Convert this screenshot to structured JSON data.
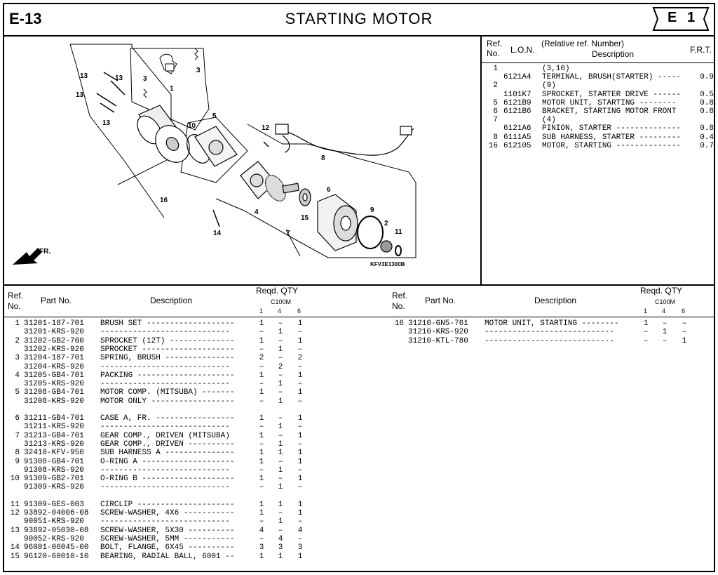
{
  "header": {
    "page_code": "E-13",
    "title": "STARTING MOTOR",
    "section_badge": {
      "letter": "E",
      "number": "1"
    }
  },
  "diagram": {
    "callouts": [
      "1",
      "2",
      "3",
      "3",
      "4",
      "5",
      "6",
      "7",
      "8",
      "9",
      "10",
      "11",
      "12",
      "13",
      "13",
      "13",
      "13",
      "14",
      "15",
      "16"
    ],
    "front_label": "FR.",
    "figure_code": "KFV3E1300B"
  },
  "ref_table": {
    "headers": {
      "ref": "Ref.",
      "no": "No.",
      "lon": "L.O.N.",
      "rel": "(Relative ref. Number)",
      "description": "Description",
      "frt": "F.R.T."
    },
    "rows": [
      {
        "ref": "1",
        "lon": "",
        "desc": "(3,10)",
        "frt": ""
      },
      {
        "ref": "",
        "lon": "6121A4",
        "desc": "TERMINAL, BRUSH(STARTER) -----",
        "frt": "0.9"
      },
      {
        "ref": "2",
        "lon": "",
        "desc": "(9)",
        "frt": ""
      },
      {
        "ref": "",
        "lon": "1101K7",
        "desc": "SPROCKET, STARTER DRIVE ------",
        "frt": "0.5"
      },
      {
        "ref": "5",
        "lon": "6121B9",
        "desc": "MOTOR UNIT, STARTING --------",
        "frt": "0.8"
      },
      {
        "ref": "6",
        "lon": "6121B6",
        "desc": "BRACKET, STARTING MOTOR FRONT",
        "frt": "0.8"
      },
      {
        "ref": "7",
        "lon": "",
        "desc": "(4)",
        "frt": ""
      },
      {
        "ref": "",
        "lon": "6121A6",
        "desc": "PINION, STARTER --------------",
        "frt": "0.8"
      },
      {
        "ref": "8",
        "lon": "6111A5",
        "desc": "SUB HARNESS, STARTER ---------",
        "frt": "0.4"
      },
      {
        "ref": "16",
        "lon": "612105",
        "desc": "MOTOR, STARTING --------------",
        "frt": "0.7"
      }
    ]
  },
  "parts_header": {
    "ref": "Ref.",
    "no": "No.",
    "part_no": "Part No.",
    "description": "Description",
    "reqd_qty": "Reqd. QTY",
    "model": "C100M",
    "col1": "1",
    "col2": "4",
    "col3": "6"
  },
  "parts_left": [
    {
      "ref": "1",
      "part": "31201-187-701",
      "desc": "BRUSH SET -------------------",
      "q1": "1",
      "q2": "–",
      "q3": "1"
    },
    {
      "ref": "",
      "part": "31201-KRS-920",
      "desc": "----------------------------",
      "q1": "–",
      "q2": "1",
      "q3": "–"
    },
    {
      "ref": "2",
      "part": "31202-GB2-700",
      "desc": "SPROCKET (12T) --------------",
      "q1": "1",
      "q2": "–",
      "q3": "1"
    },
    {
      "ref": "",
      "part": "31202-KRS-920",
      "desc": "SPROCKET --------------------",
      "q1": "–",
      "q2": "1",
      "q3": "–"
    },
    {
      "ref": "3",
      "part": "31204-187-701",
      "desc": "SPRING, BRUSH ---------------",
      "q1": "2",
      "q2": "–",
      "q3": "2"
    },
    {
      "ref": "",
      "part": "31204-KRS-920",
      "desc": "----------------------------",
      "q1": "–",
      "q2": "2",
      "q3": "–"
    },
    {
      "ref": "4",
      "part": "31205-GB4-701",
      "desc": "PACKING ---------------------",
      "q1": "1",
      "q2": "–",
      "q3": "1"
    },
    {
      "ref": "",
      "part": "31205-KRS-920",
      "desc": "----------------------------",
      "q1": "–",
      "q2": "1",
      "q3": "–"
    },
    {
      "ref": "5",
      "part": "31208-GB4-701",
      "desc": "MOTOR COMP. (MITSUBA) -------",
      "q1": "1",
      "q2": "–",
      "q3": "1"
    },
    {
      "ref": "",
      "part": "31208-KRS-920",
      "desc": "MOTOR ONLY ------------------",
      "q1": "–",
      "q2": "1",
      "q3": "–"
    },
    {
      "ref": "6",
      "part": "31211-GB4-701",
      "desc": "CASE A, FR. -----------------",
      "q1": "1",
      "q2": "–",
      "q3": "1"
    },
    {
      "ref": "",
      "part": "31211-KRS-920",
      "desc": "----------------------------",
      "q1": "–",
      "q2": "1",
      "q3": "–"
    },
    {
      "ref": "7",
      "part": "31213-GB4-701",
      "desc": "GEAR COMP., DRIVEN (MITSUBA)",
      "q1": "1",
      "q2": "–",
      "q3": "1"
    },
    {
      "ref": "",
      "part": "31213-KRS-920",
      "desc": "GEAR COMP., DRIVEN ----------",
      "q1": "–",
      "q2": "1",
      "q3": "–"
    },
    {
      "ref": "8",
      "part": "32410-KFV-950",
      "desc": "SUB HARNESS A ---------------",
      "q1": "1",
      "q2": "1",
      "q3": "1"
    },
    {
      "ref": "9",
      "part": "91308-GB4-701",
      "desc": "O-RING A --------------------",
      "q1": "1",
      "q2": "–",
      "q3": "1"
    },
    {
      "ref": "",
      "part": "91308-KRS-920",
      "desc": "----------------------------",
      "q1": "–",
      "q2": "1",
      "q3": "–"
    },
    {
      "ref": "10",
      "part": "91309-GB2-701",
      "desc": "O-RING B --------------------",
      "q1": "1",
      "q2": "–",
      "q3": "1"
    },
    {
      "ref": "",
      "part": "91309-KRS-920",
      "desc": "----------------------------",
      "q1": "–",
      "q2": "1",
      "q3": "–"
    },
    {
      "ref": "11",
      "part": "91309-GES-003",
      "desc": "CIRCLIP ---------------------",
      "q1": "1",
      "q2": "1",
      "q3": "1"
    },
    {
      "ref": "12",
      "part": "93892-04006-08",
      "desc": "SCREW-WASHER, 4X6 -----------",
      "q1": "1",
      "q2": "–",
      "q3": "1"
    },
    {
      "ref": "",
      "part": "90051-KRS-920",
      "desc": "----------------------------",
      "q1": "–",
      "q2": "1",
      "q3": "–"
    },
    {
      "ref": "13",
      "part": "93892-05030-08",
      "desc": "SCREW-WASHER, 5X30 ----------",
      "q1": "4",
      "q2": "–",
      "q3": "4"
    },
    {
      "ref": "",
      "part": "90052-KRS-920",
      "desc": "SCREW-WASHER, 5MM -----------",
      "q1": "–",
      "q2": "4",
      "q3": "–"
    },
    {
      "ref": "14",
      "part": "96001-06045-00",
      "desc": "BOLT, FLANGE, 6X45 ----------",
      "q1": "3",
      "q2": "3",
      "q3": "3"
    },
    {
      "ref": "15",
      "part": "96120-60010-10",
      "desc": "BEARING, RADIAL BALL, 6001 --",
      "q1": "1",
      "q2": "1",
      "q3": "1"
    }
  ],
  "parts_right": [
    {
      "ref": "16",
      "part": "31210-GN5-761",
      "desc": "MOTOR UNIT, STARTING --------",
      "q1": "1",
      "q2": "–",
      "q3": "–"
    },
    {
      "ref": "",
      "part": "31210-KRS-920",
      "desc": "----------------------------",
      "q1": "–",
      "q2": "1",
      "q3": "–"
    },
    {
      "ref": "",
      "part": "31210-KTL-780",
      "desc": "----------------------------",
      "q1": "–",
      "q2": "–",
      "q3": "1"
    }
  ]
}
